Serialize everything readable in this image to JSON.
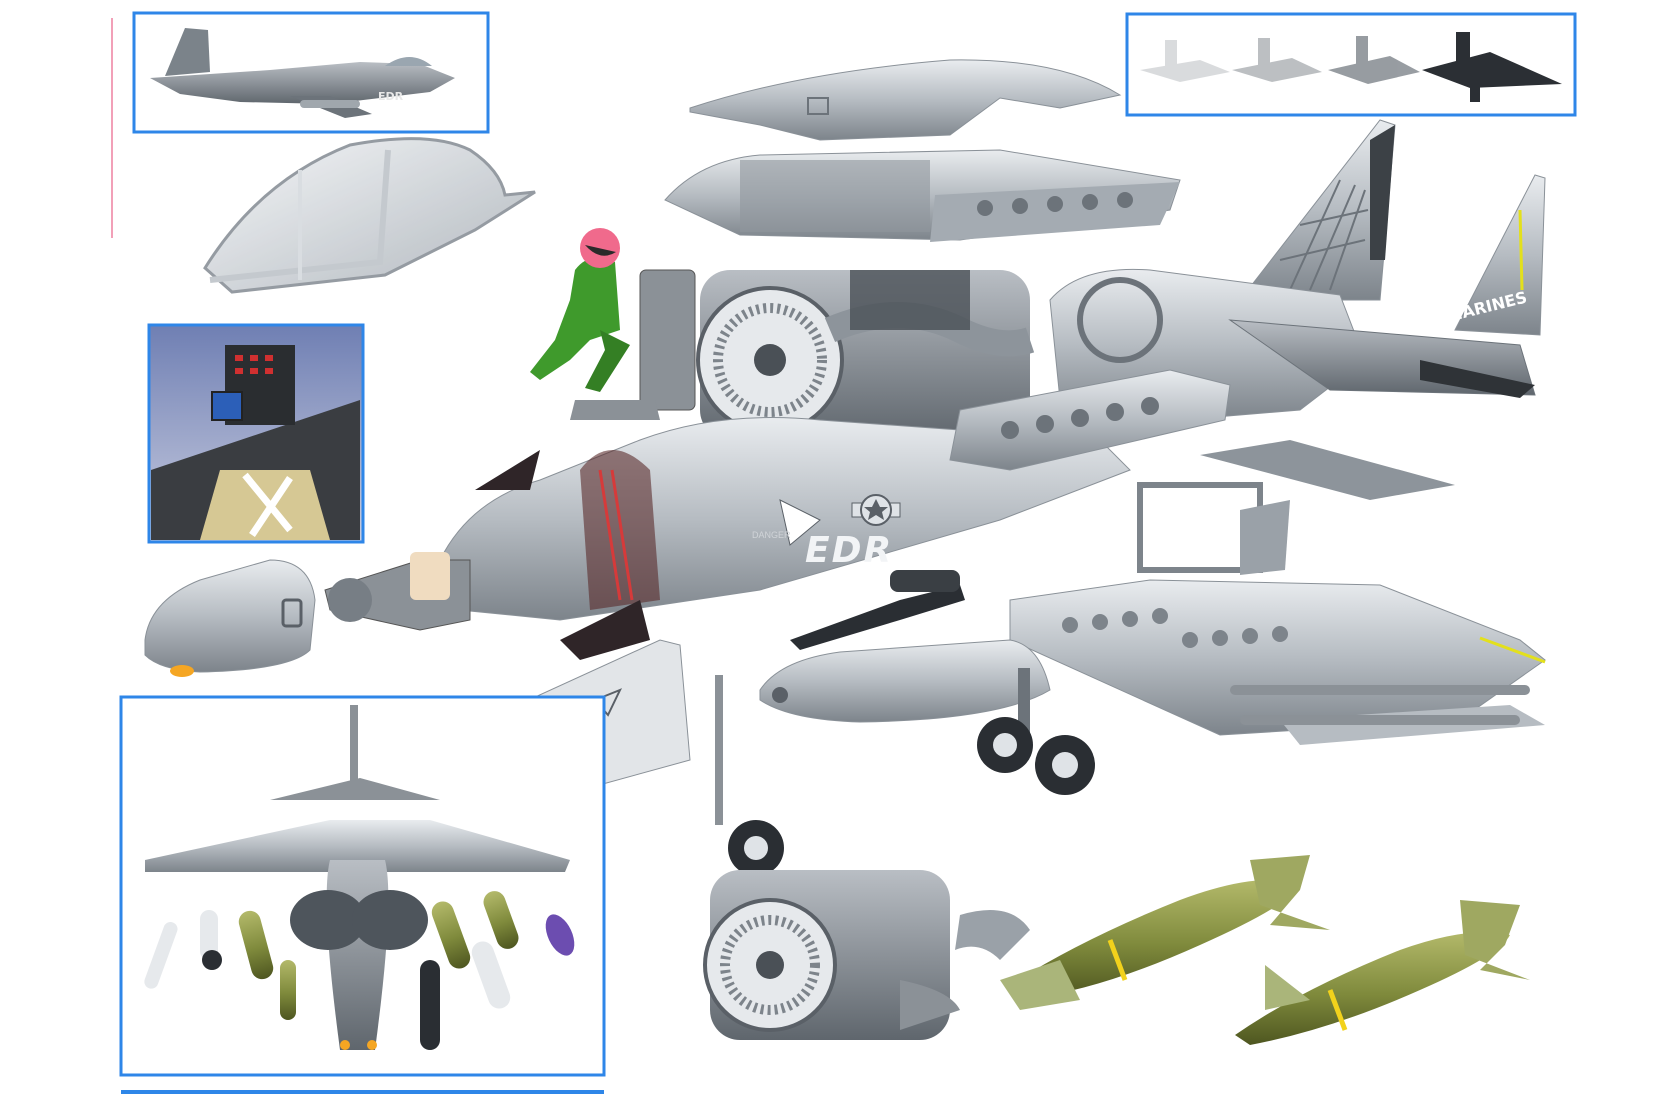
{
  "markings": {
    "fuselage_code": "EDR",
    "fin_text": "MARINES",
    "panel_stencil": "DANGER"
  },
  "colors": {
    "frame_blue": "#2e86e8",
    "airframe_grey": "#9ea4aa",
    "airframe_dark": "#6c737a",
    "pilot_green": "#3f9a2c",
    "helmet_pink": "#f06a8c",
    "bomb_olive": "#7f8a3c",
    "bomb_band": "#f2d21c",
    "fin_stripe": "#e3e01c",
    "nose_tip_orange": "#f5a623",
    "marker_pink": "#f2a0b8"
  },
  "icons": {
    "roundel": "us-star-and-bar-insignia",
    "warning": "triangle-warning-marking"
  }
}
